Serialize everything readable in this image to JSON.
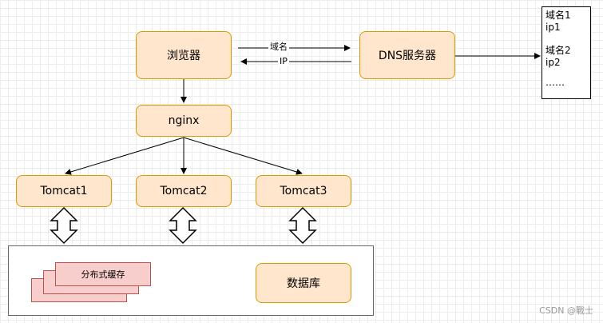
{
  "nodes": {
    "browser": "浏览器",
    "dns": "DNS服务器",
    "nginx": "nginx",
    "tomcat1": "Tomcat1",
    "tomcat2": "Tomcat2",
    "tomcat3": "Tomcat3",
    "cache": "分布式缓存",
    "database": "数据库"
  },
  "edges": {
    "domain_label": "域名",
    "ip_label": "IP"
  },
  "dns_table": {
    "row1_domain": "域名1",
    "row1_ip": "ip1",
    "row2_domain": "域名2",
    "row2_ip": "ip2",
    "ellipsis": "……"
  },
  "watermark": "CSDN @戰士",
  "colors": {
    "node_fill": "#ffe6cc",
    "node_stroke": "#d79b00",
    "cache_fill": "#f8cecc",
    "cache_stroke": "#b85450"
  }
}
